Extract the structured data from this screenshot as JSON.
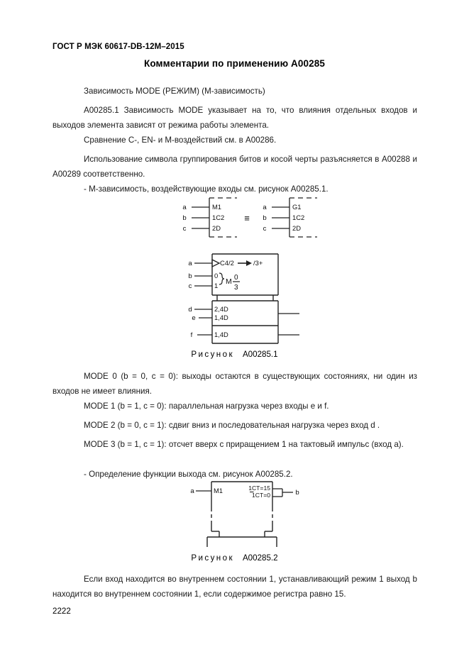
{
  "page": {
    "header": "ГОСТ Р МЭК 60617-DB-12M–2015",
    "title": "Комментарии по применению A00285",
    "page_number": "2222"
  },
  "body": {
    "p1": "Зависимость MODE (РЕЖИМ)  (М-зависимость)",
    "p2": "A00285.1 Зависимость MODE указывает на то, что влияния отдельных входов и выходов элемента зависят от режима работы элемента.",
    "p3": "Сравнение C-, EN- и М-воздействий см. в A00286.",
    "p4": "Использование символа группирования битов и косой черты разъясняется в A00288 и A00289 соответственно.",
    "p5": "- М-зависимость, воздействующие входы см. рисунок A00285.1.",
    "p6": "MODE 0 (b = 0, c = 0): выходы остаются в существующих состояниях, ни один из входов не имеет влияния.",
    "p7": "MODE 1 (b = 1, c = 0): параллельная нагрузка через входы e и f.",
    "p8": "MODE 2 (b = 0, c = 1): сдвиг вниз и последовательная нагрузка через вход d .",
    "p9": "MODE 3 (b = 1, c = 1): отсчет вверх с приращением 1 на тактовый импульс (вход a).",
    "p10": "- Определение функции выхода см. рисунок A00285.2.",
    "p11": "Если вход находится во внутреннем состоянии 1, устанавливающий режим 1 выход b находится во внутреннем состоянии 1, если содержимое регистра равно 15."
  },
  "captions": {
    "fig1_word": "Рисунок",
    "fig1_num": "A00285.1",
    "fig2_word": "Рисунок",
    "fig2_num": "A00285.2"
  },
  "figure1": {
    "left_block": {
      "inputs": [
        "a",
        "b",
        "c"
      ],
      "labels": [
        "M1",
        "1C2",
        "2D"
      ]
    },
    "equivalence_symbol": "≡",
    "right_block": {
      "inputs": [
        "a",
        "b",
        "c"
      ],
      "labels": [
        "G1",
        "1C2",
        "2D"
      ]
    }
  },
  "figure2": {
    "control_block": {
      "inputs": [
        "a",
        "b",
        "c"
      ],
      "clock_label": "C4/2",
      "arrow": "➞",
      "rate_label": "/3+",
      "mode_digits": [
        "0",
        "1"
      ],
      "mode_letter": "M",
      "mode_range_top": "0",
      "mode_range_bottom": "3"
    },
    "data_block_upper": {
      "inputs": [
        "d",
        "e"
      ],
      "labels": [
        "2,4D",
        "1,4D"
      ]
    },
    "data_block_lower": {
      "inputs": [
        "f"
      ],
      "labels": [
        "1,4D"
      ]
    }
  },
  "figure3": {
    "input": "a",
    "input_label": "M1",
    "output": "b",
    "output_labels": [
      "1CT=15",
      "1CT=0"
    ],
    "overline_on_second": true
  },
  "colors": {
    "text": "#1a1a1a",
    "line": "#222222",
    "background": "#ffffff"
  }
}
